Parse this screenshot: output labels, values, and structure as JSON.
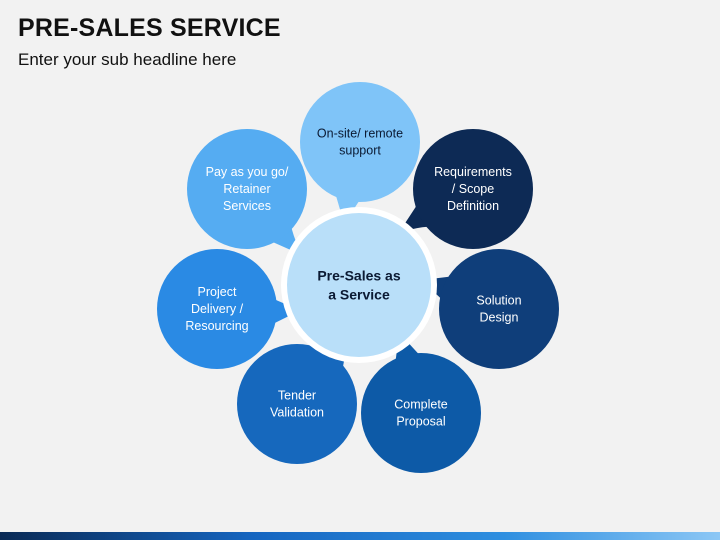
{
  "header": {
    "title": "PRE-SALES SERVICE",
    "subtitle": "Enter your sub headline here"
  },
  "diagram": {
    "center": {
      "lines": [
        "Pre-Sales as",
        "a Service"
      ]
    },
    "nodes": [
      {
        "id": "onsite",
        "lines": [
          "On-site/ remote",
          "support"
        ],
        "color": "#7fc4f8",
        "text_color": "#0b1a33"
      },
      {
        "id": "requirements",
        "lines": [
          "Requirements",
          "/ Scope",
          "Definition"
        ],
        "color": "#0d2a55",
        "text_color": "#ffffff"
      },
      {
        "id": "solution",
        "lines": [
          "Solution",
          "Design"
        ],
        "color": "#0f3e7a",
        "text_color": "#ffffff"
      },
      {
        "id": "proposal",
        "lines": [
          "Complete",
          "Proposal"
        ],
        "color": "#0d5aa7",
        "text_color": "#ffffff"
      },
      {
        "id": "tender",
        "lines": [
          "Tender",
          "Validation"
        ],
        "color": "#1668bd",
        "text_color": "#ffffff"
      },
      {
        "id": "project",
        "lines": [
          "Project",
          "Delivery /",
          "Resourcing"
        ],
        "color": "#2a8ae4",
        "text_color": "#ffffff"
      },
      {
        "id": "payasyougo",
        "lines": [
          "Pay as you go/",
          "Retainer",
          "Services"
        ],
        "color": "#55acf2",
        "text_color": "#ffffff"
      }
    ],
    "center_color": "#b9dff9"
  }
}
